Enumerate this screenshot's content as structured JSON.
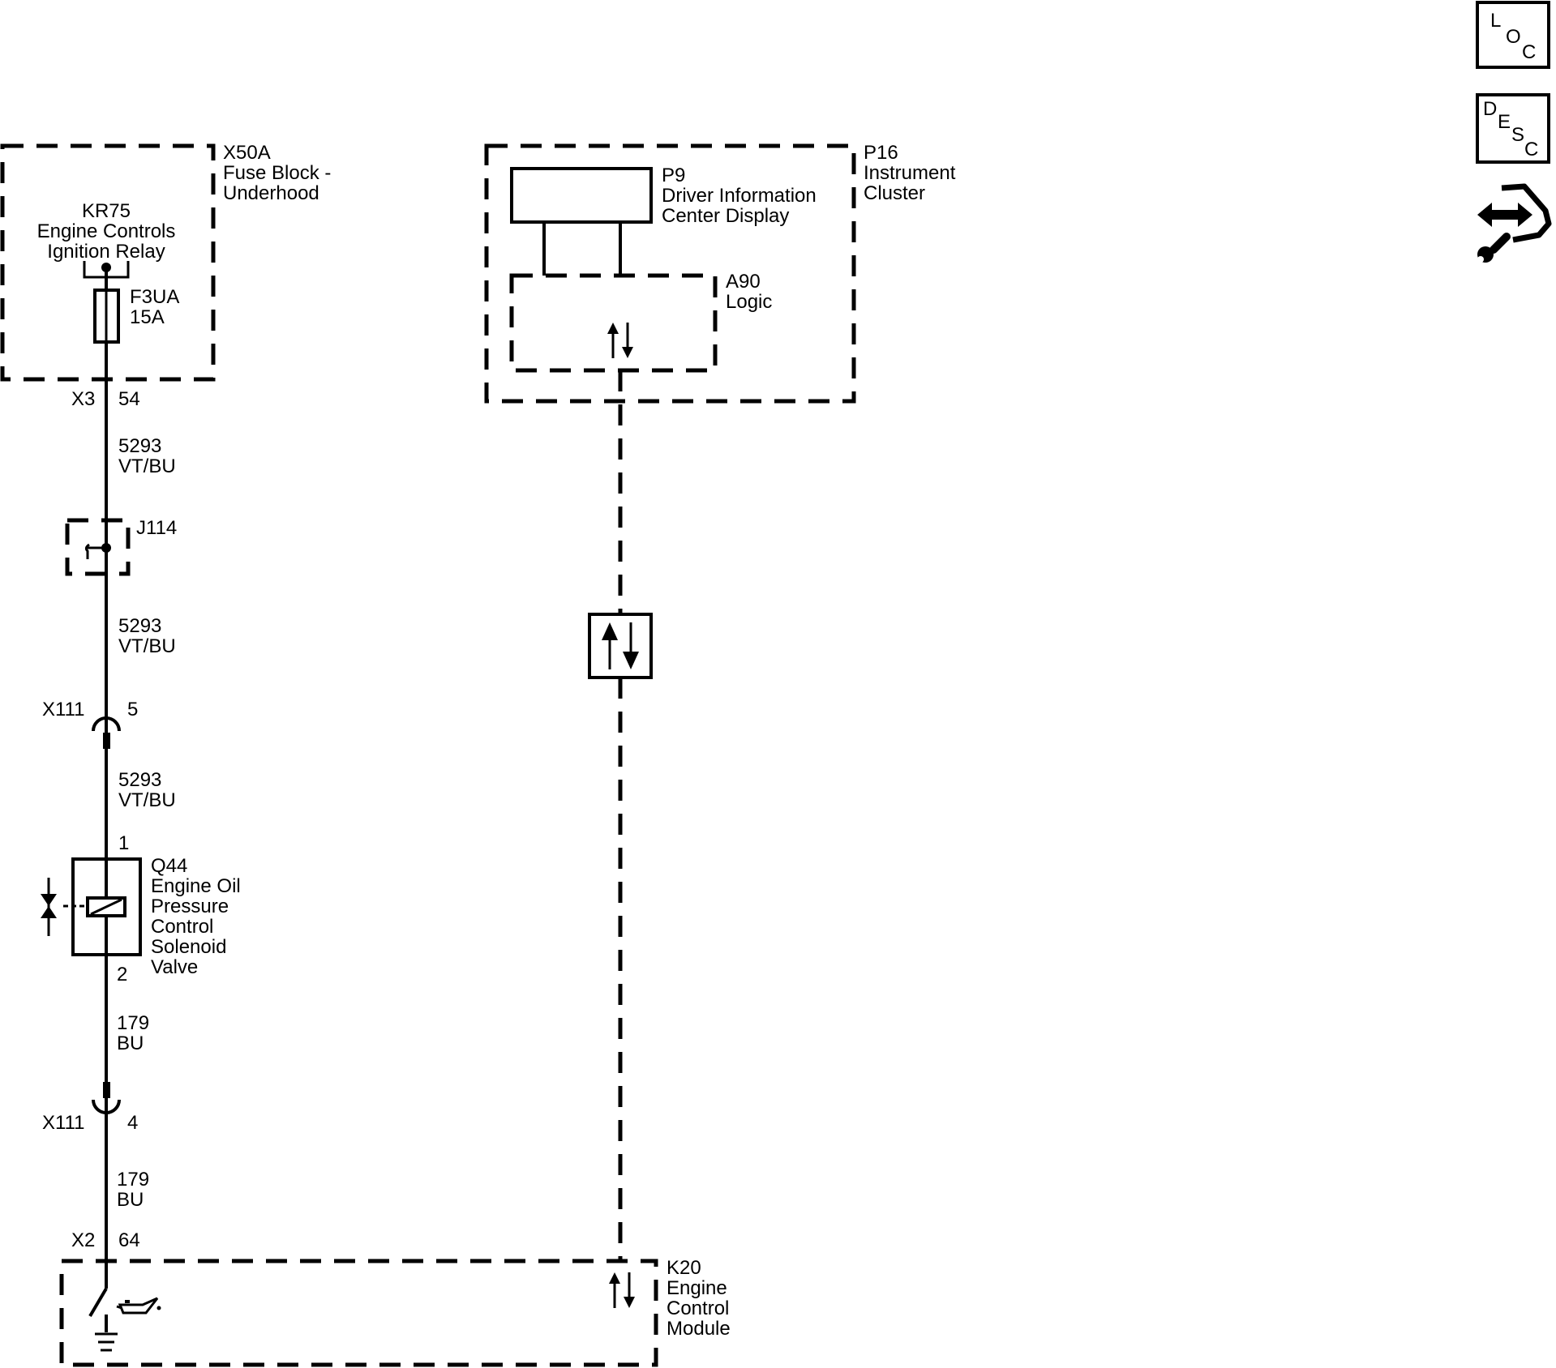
{
  "components": {
    "x50a": {
      "id": "X50A",
      "line1": "Fuse Block -",
      "line2": "Underhood"
    },
    "kr75": {
      "id": "KR75",
      "line1": "Engine Controls",
      "line2": "Ignition Relay"
    },
    "f3ua": {
      "id": "F3UA",
      "rating": "15A"
    },
    "p16": {
      "id": "P16",
      "line1": "Instrument",
      "line2": "Cluster"
    },
    "p9": {
      "id": "P9",
      "line1": "Driver Information",
      "line2": "Center Display"
    },
    "a90": {
      "id": "A90",
      "line1": "Logic"
    },
    "j114": {
      "id": "J114"
    },
    "q44": {
      "id": "Q44",
      "line1": "Engine Oil",
      "line2": "Pressure",
      "line3": "Control",
      "line4": "Solenoid",
      "line5": "Valve"
    },
    "k20": {
      "id": "K20",
      "line1": "Engine",
      "line2": "Control",
      "line3": "Module"
    }
  },
  "connectors": {
    "x3": {
      "id": "X3",
      "pin": "54"
    },
    "x111_top": {
      "id": "X111",
      "pin": "5"
    },
    "x111_bottom": {
      "id": "X111",
      "pin": "4"
    },
    "x2": {
      "id": "X2",
      "pin": "64"
    },
    "q44_pin1": "1",
    "q44_pin2": "2"
  },
  "wires": {
    "w1": {
      "circuit": "5293",
      "color": "VT/BU"
    },
    "w2": {
      "circuit": "5293",
      "color": "VT/BU"
    },
    "w3": {
      "circuit": "5293",
      "color": "VT/BU"
    },
    "w4": {
      "circuit": "179",
      "color": "BU"
    },
    "w5": {
      "circuit": "179",
      "color": "BU"
    }
  },
  "legend_buttons": {
    "loc": [
      "L",
      "O",
      "C"
    ],
    "desc": [
      "D",
      "E",
      "S",
      "C"
    ]
  }
}
